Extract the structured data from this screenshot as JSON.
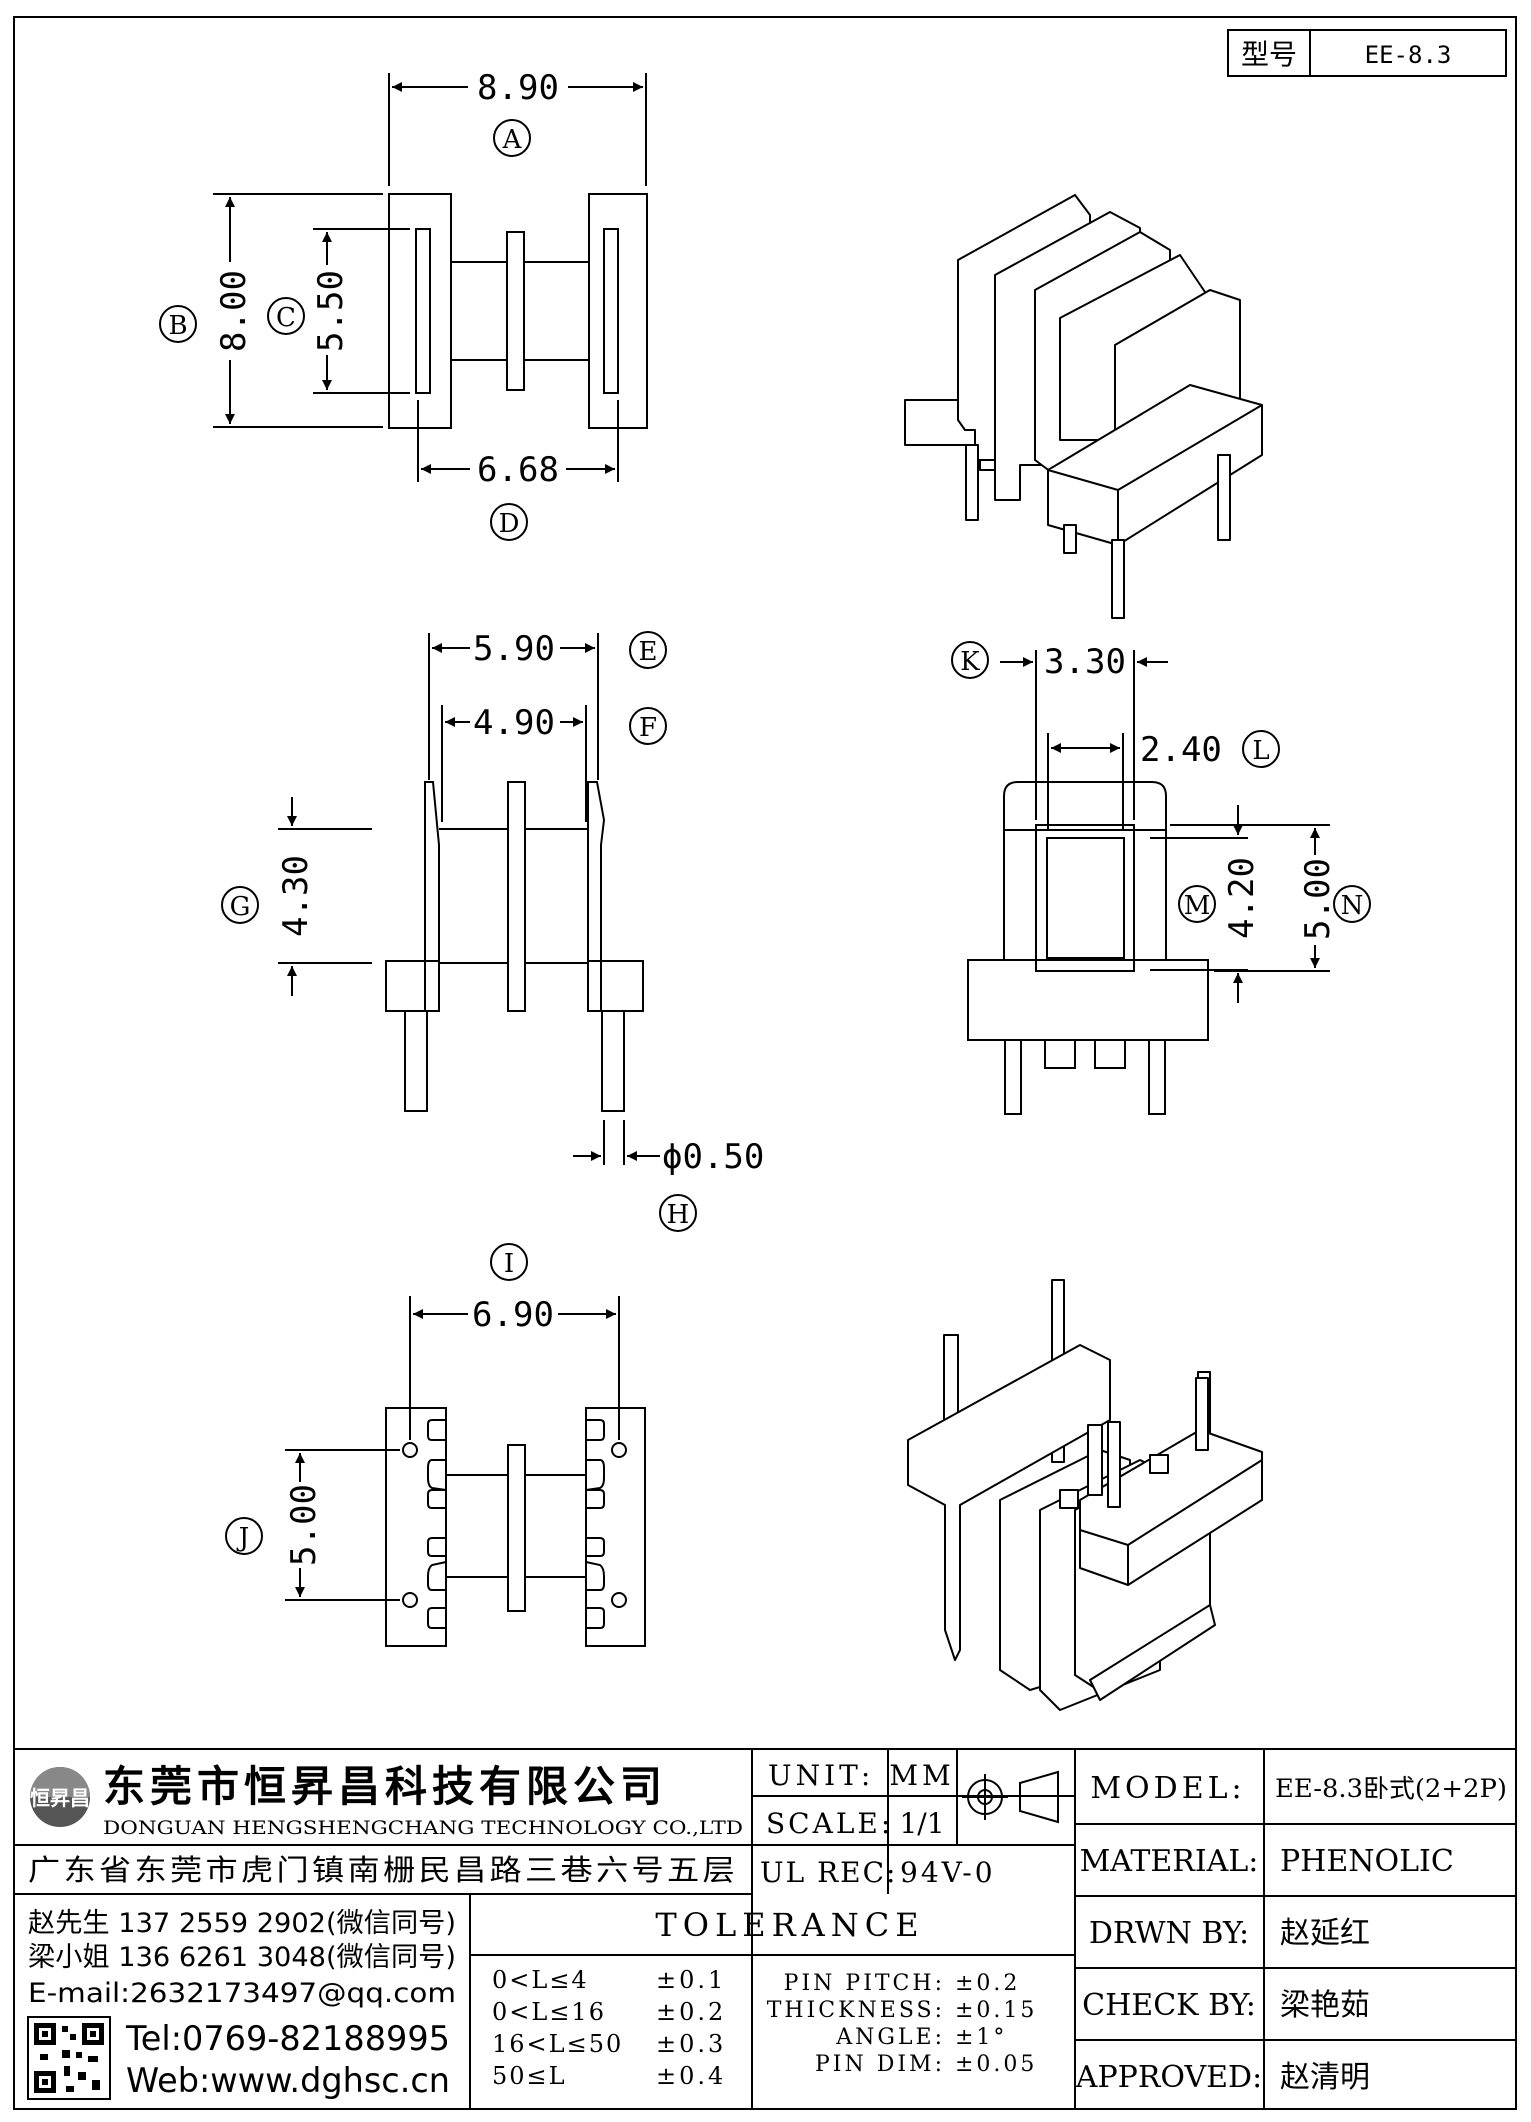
{
  "part": {
    "type_label": "型号",
    "type_value": "EE-8.3"
  },
  "dimensions": {
    "A": {
      "letter": "A",
      "value": "8.90"
    },
    "B": {
      "letter": "B",
      "value": "8.00"
    },
    "C": {
      "letter": "C",
      "value": "5.50"
    },
    "D": {
      "letter": "D",
      "value": "6.68"
    },
    "E": {
      "letter": "E",
      "value": "5.90"
    },
    "F": {
      "letter": "F",
      "value": "4.90"
    },
    "G": {
      "letter": "G",
      "value": "4.30"
    },
    "H": {
      "letter": "H",
      "value": "ϕ0.50"
    },
    "I": {
      "letter": "I",
      "value": "6.90"
    },
    "J": {
      "letter": "J",
      "value": "5.00"
    },
    "K": {
      "letter": "K",
      "value": "3.30"
    },
    "L": {
      "letter": "L",
      "value": "2.40"
    },
    "M": {
      "letter": "M",
      "value": "4.20"
    },
    "N": {
      "letter": "N",
      "value": "5.00"
    }
  },
  "company": {
    "name_cn": "东莞市恒昇昌科技有限公司",
    "name_en": "DONGUAN HENGSHENGCHANG TECHNOLOGY CO.,LTD",
    "address": "广东省东莞市虎门镇南栅民昌路三巷六号五层",
    "contact1": "赵先生 137 2559 2902(微信同号)",
    "contact2": "梁小姐 136 6261 3048(微信同号)",
    "email": "E-mail:2632173497@qq.com",
    "tel": "Tel:0769-82188995",
    "web": "Web:www.dghsc.cn",
    "logo_text": "恒昇昌"
  },
  "specs": {
    "unit_label": "UNIT:",
    "unit_value": "MM",
    "scale_label": "SCALE:",
    "scale_value": "1/1",
    "ulrec_label": "UL REC:",
    "ulrec_value": "94V-0",
    "tolerance_title": "TOLERANCE",
    "tolerances": [
      {
        "range": "0<L≤4",
        "tol": "±0.1"
      },
      {
        "range": "0<L≤16",
        "tol": "±0.2"
      },
      {
        "range": "16<L≤50",
        "tol": "±0.3"
      },
      {
        "range": "50≤L",
        "tol": "±0.4"
      }
    ],
    "other_tol": [
      {
        "label": "PIN PITCH:",
        "tol": "±0.2"
      },
      {
        "label": "THICKNESS:",
        "tol": "±0.15"
      },
      {
        "label": "ANGLE:",
        "tol": "±1°"
      },
      {
        "label": "PIN DIM:",
        "tol": "±0.05"
      }
    ]
  },
  "titleblock": {
    "model_label": "MODEL:",
    "model_value": "EE-8.3卧式(2+2P)",
    "material_label": "MATERIAL:",
    "material_value": "PHENOLIC",
    "drawn_label": "DRWN BY:",
    "drawn_value": "赵延红",
    "check_label": "CHECK BY:",
    "check_value": "梁艳茹",
    "approved_label": "APPROVED:",
    "approved_value": "赵清明"
  }
}
